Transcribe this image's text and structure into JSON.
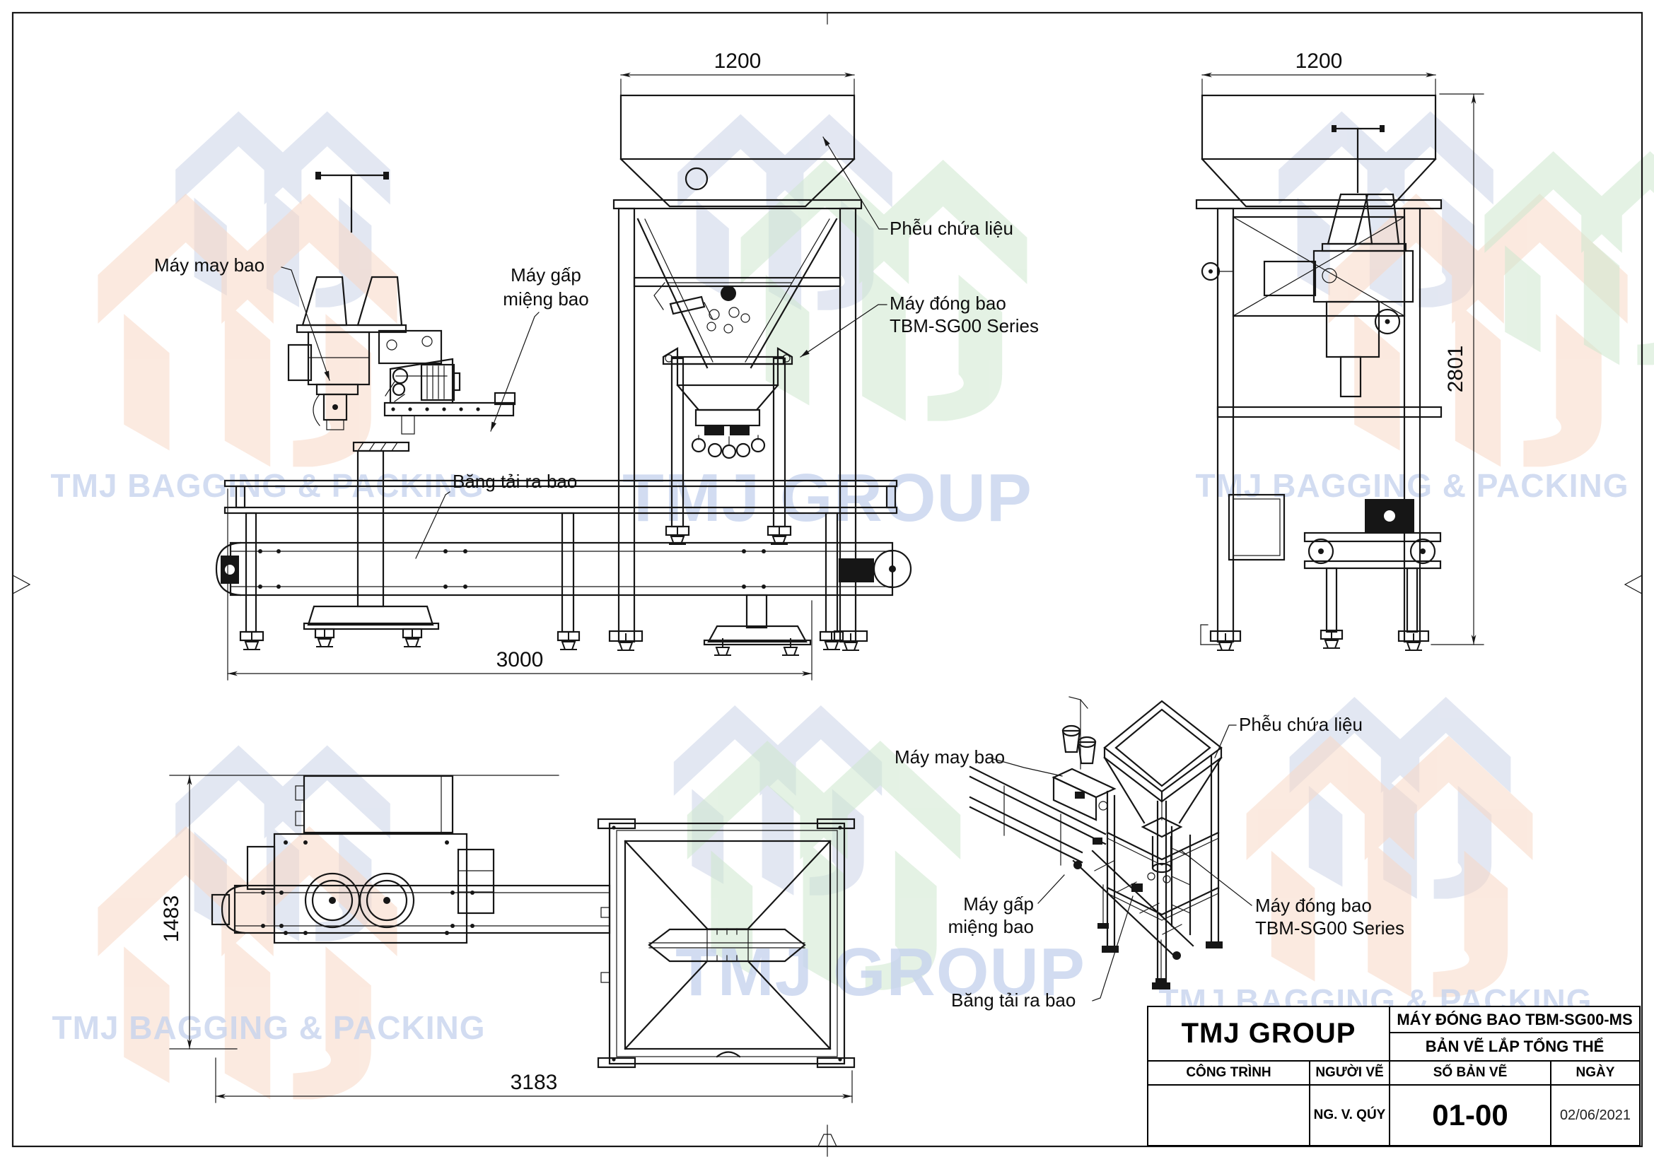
{
  "drawing": {
    "labels": {
      "may_bao": "Máy may bao",
      "gap_1": "Máy gấp",
      "gap_2": "miệng bao",
      "bang_tai": "Băng tải ra bao",
      "pheu": "Phễu chứa liệu",
      "dong_1": "Máy đóng bao",
      "dong_2": "TBM-SG00 Series"
    },
    "dims": {
      "hopper_width_front": "1200",
      "hopper_width_side": "1200",
      "total_height": "2801",
      "machine_length": "3000",
      "plan_depth": "1483",
      "plan_length": "3183"
    }
  },
  "title_block": {
    "company": "TMJ GROUP",
    "drawing_title": "MÁY ĐÓNG BAO TBM-SG00-MS",
    "drawing_subtitle": "BẢN VẼ LẮP TỔNG THỂ",
    "col_project": "CÔNG TRÌNH",
    "col_drafter": "NGƯỜI VẼ",
    "col_number": "SỐ BẢN VẼ",
    "col_date": "NGÀY",
    "project": "",
    "drafter": "NG. V. QÚY",
    "number": "01-00",
    "date": "02/06/2021"
  },
  "watermark": {
    "brand": "TMJ BAGGING & PACKING",
    "group": "TMJ GROUP",
    "colors": {
      "blue": "#ccd4e8",
      "orange": "#f8d8c6",
      "green": "#cfe8cf",
      "text": "#c7d4ee"
    }
  }
}
